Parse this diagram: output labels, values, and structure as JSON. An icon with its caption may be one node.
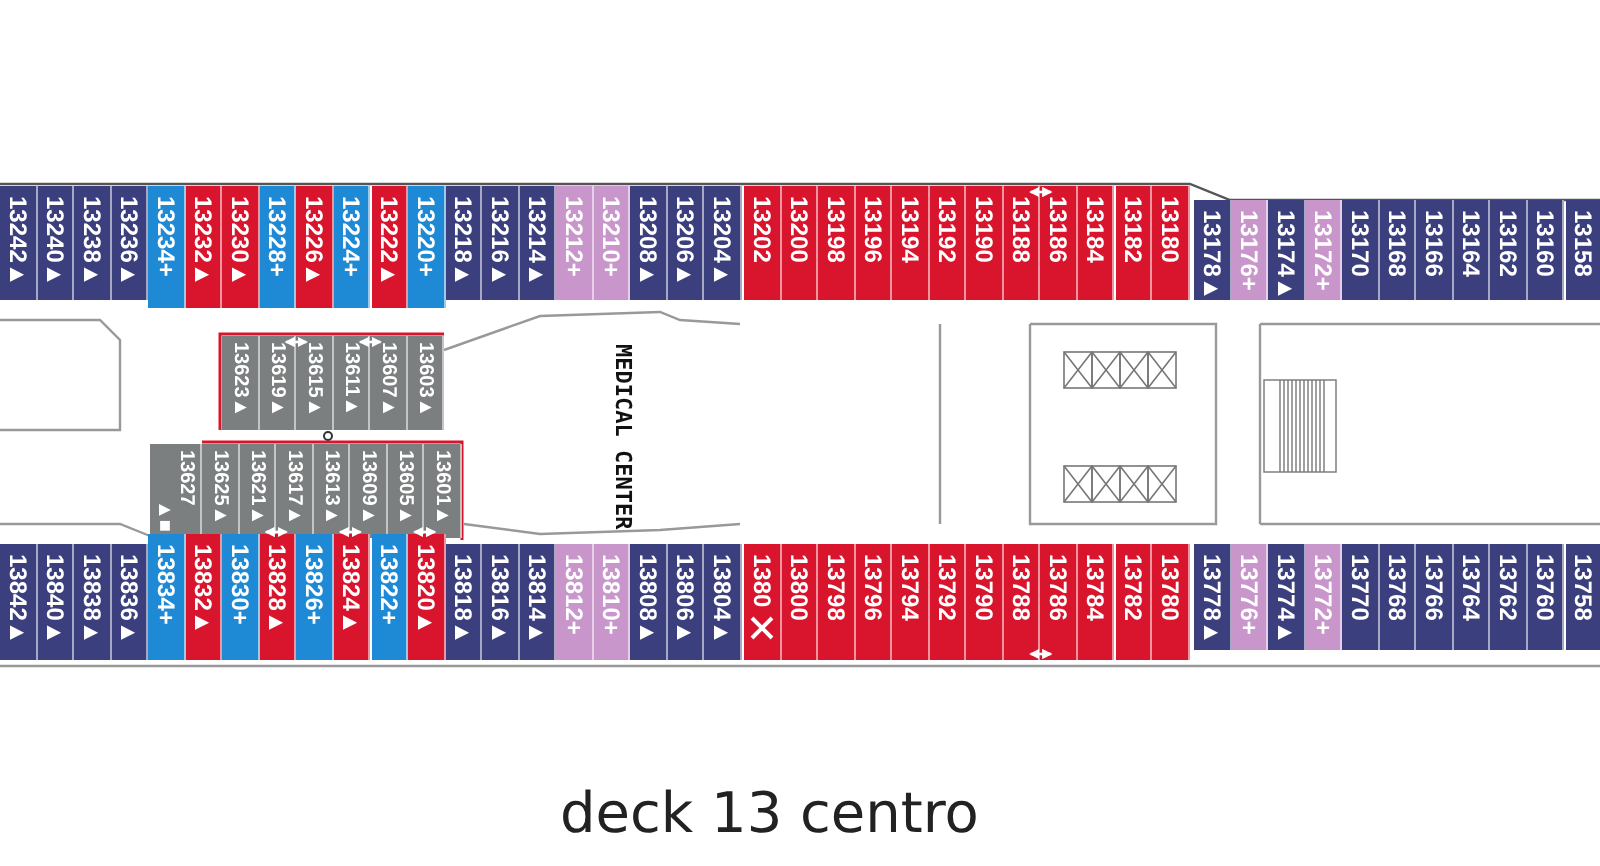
{
  "diagram": {
    "caption": "deck 13 centro",
    "nodes": [
      {
        "text": [
          "13242▲"
        ]
      },
      {
        "text": [
          "13240▲"
        ]
      },
      {
        "text": [
          "13238▲"
        ]
      },
      {
        "text": [
          "13236▲"
        ]
      },
      {
        "text": [
          "13234+"
        ]
      },
      {
        "text": [
          "13232▲"
        ]
      },
      {
        "text": [
          "13230▲"
        ]
      },
      {
        "text": [
          "13228+"
        ]
      },
      {
        "text": [
          "13226▲"
        ]
      },
      {
        "text": [
          "13224+"
        ]
      },
      {
        "text": [
          "13222▲"
        ]
      },
      {
        "text": [
          "13220+"
        ]
      },
      {
        "text": [
          "13218▲"
        ]
      },
      {
        "text": [
          "13216▲"
        ]
      },
      {
        "text": [
          "13214▲"
        ]
      },
      {
        "text": [
          "13212+"
        ]
      },
      {
        "text": [
          "13210+"
        ]
      },
      {
        "text": [
          "13208▲"
        ]
      },
      {
        "text": [
          "13206▲"
        ]
      },
      {
        "text": [
          "13204▲"
        ]
      },
      {
        "text": [
          "13202"
        ]
      },
      {
        "text": [
          "13200"
        ]
      },
      {
        "text": [
          "13198"
        ]
      },
      {
        "text": [
          "13196"
        ]
      },
      {
        "text": [
          "13194"
        ]
      },
      {
        "text": [
          "13192"
        ]
      },
      {
        "text": [
          "13190"
        ]
      },
      {
        "text": [
          "13188"
        ]
      },
      {
        "text": [
          "13186"
        ]
      },
      {
        "text": [
          "13184"
        ]
      },
      {
        "text": [
          "13182"
        ]
      },
      {
        "text": [
          "13180"
        ]
      },
      {
        "text": [
          "13178▲"
        ]
      },
      {
        "text": [
          "13176+"
        ]
      },
      {
        "text": [
          "13174▲"
        ]
      },
      {
        "text": [
          "13172+"
        ]
      },
      {
        "text": [
          "13170"
        ]
      },
      {
        "text": [
          "13168"
        ]
      },
      {
        "text": [
          "13166"
        ]
      },
      {
        "text": [
          "13164"
        ]
      },
      {
        "text": [
          "13162"
        ]
      },
      {
        "text": [
          "13160"
        ]
      },
      {
        "text": [
          "13158"
        ]
      },
      {
        "text": [
          "13623▲"
        ]
      },
      {
        "text": [
          "13619▲"
        ]
      },
      {
        "text": [
          "13615▲"
        ]
      },
      {
        "text": [
          "13611▲"
        ]
      },
      {
        "text": [
          "13607▲"
        ]
      },
      {
        "text": [
          "13603▲"
        ]
      },
      {
        "text": [
          "13627",
          "▲■"
        ]
      },
      {
        "text": [
          "13625▲"
        ]
      },
      {
        "text": [
          "13621▲"
        ]
      },
      {
        "text": [
          "13617▲"
        ]
      },
      {
        "text": [
          "13613▲"
        ]
      },
      {
        "text": [
          "13609▲"
        ]
      },
      {
        "text": [
          "13605▲"
        ]
      },
      {
        "text": [
          "13601▲"
        ]
      },
      {
        "text": [
          "13842▲"
        ]
      },
      {
        "text": [
          "13840▲"
        ]
      },
      {
        "text": [
          "13838▲"
        ]
      },
      {
        "text": [
          "13836▲"
        ]
      },
      {
        "text": [
          "13834+"
        ]
      },
      {
        "text": [
          "13832▲"
        ]
      },
      {
        "text": [
          "13830+"
        ]
      },
      {
        "text": [
          "13828▲"
        ]
      },
      {
        "text": [
          "13826+"
        ]
      },
      {
        "text": [
          "13824▲"
        ]
      },
      {
        "text": [
          "13822+"
        ]
      },
      {
        "text": [
          "13820▲"
        ]
      },
      {
        "text": [
          "13818▲"
        ]
      },
      {
        "text": [
          "13816▲"
        ]
      },
      {
        "text": [
          "13814▲"
        ]
      },
      {
        "text": [
          "13812+"
        ]
      },
      {
        "text": [
          "13810+"
        ]
      },
      {
        "text": [
          "13808▲"
        ]
      },
      {
        "text": [
          "13806▲"
        ]
      },
      {
        "text": [
          "13804▲"
        ]
      },
      {
        "text": [
          "1380"
        ]
      },
      {
        "text": [
          "13800"
        ]
      },
      {
        "text": [
          "13798"
        ]
      },
      {
        "text": [
          "13796"
        ]
      },
      {
        "text": [
          "13794"
        ]
      },
      {
        "text": [
          "13792"
        ]
      },
      {
        "text": [
          "13790"
        ]
      },
      {
        "text": [
          "13788"
        ]
      },
      {
        "text": [
          "13786"
        ]
      },
      {
        "text": [
          "13784"
        ]
      },
      {
        "text": [
          "13782"
        ]
      },
      {
        "text": [
          "13780"
        ]
      },
      {
        "text": [
          "13778▲"
        ]
      },
      {
        "text": [
          "13776+"
        ]
      },
      {
        "text": [
          "13774▲"
        ]
      },
      {
        "text": [
          "13772+"
        ]
      },
      {
        "text": [
          "13770"
        ]
      },
      {
        "text": [
          "13768"
        ]
      },
      {
        "text": [
          "13766"
        ]
      },
      {
        "text": [
          "13764"
        ]
      },
      {
        "text": [
          "13762"
        ]
      },
      {
        "text": [
          "13760"
        ]
      },
      {
        "text": [
          "13758"
        ]
      }
    ],
    "edges": [
      {
        "from": 27,
        "to": 28,
        "arrow": "both"
      },
      {
        "from": 44,
        "to": 45,
        "arrow": "both"
      },
      {
        "from": 46,
        "to": 47,
        "arrow": "both"
      },
      {
        "from": 51,
        "to": 52,
        "arrow": "both"
      },
      {
        "from": 53,
        "to": 54,
        "arrow": "both"
      },
      {
        "from": 55,
        "to": 56,
        "arrow": "both"
      },
      {
        "from": 84,
        "to": 85,
        "arrow": "both"
      }
    ],
    "labels": [
      "MEDICAL CENTER"
    ]
  }
}
